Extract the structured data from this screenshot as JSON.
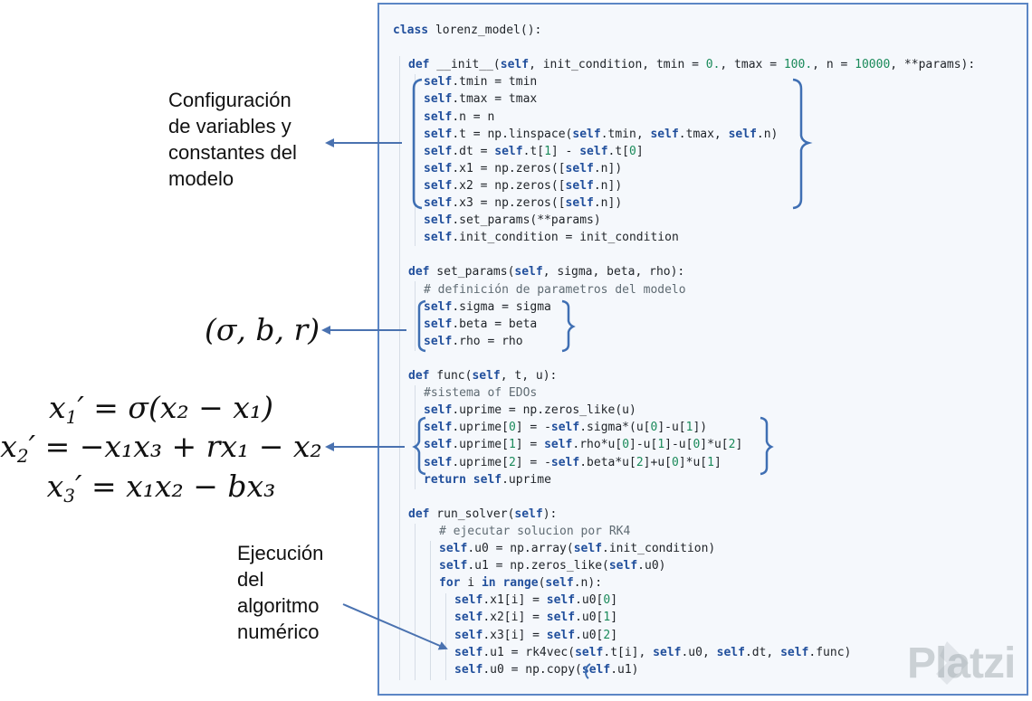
{
  "annotations": {
    "config": [
      "Configuración",
      "de variables y",
      "constantes del",
      "modelo"
    ],
    "params": "(σ, b, r)",
    "equations": {
      "eq1": {
        "lhs": "x",
        "lhs_sub": "1",
        "rest": "′ = σ(x₂ − x₁)"
      },
      "eq2": {
        "lhs": "x",
        "lhs_sub": "2",
        "rest": "′ = −x₁x₃ + rx₁ − x₂"
      },
      "eq3": {
        "lhs": "x",
        "lhs_sub": "3",
        "rest": "′ = x₁x₂ − bx₃"
      }
    },
    "execution": [
      "Ejecución",
      "del",
      "algoritmo",
      "numérico"
    ]
  },
  "code": {
    "language": "python",
    "lines": [
      "class lorenz_model():",
      "",
      "def __init__(self, init_condition, tmin = 0., tmax = 100., n = 10000, **params):",
      "self.tmin = tmin",
      "self.tmax = tmax",
      "self.n = n",
      "self.t = np.linspace(self.tmin, self.tmax, self.n)",
      "self.dt = self.t[1] - self.t[0]",
      "self.x1 = np.zeros([self.n])",
      "self.x2 = np.zeros([self.n])",
      "self.x3 = np.zeros([self.n])",
      "self.set_params(**params)",
      "self.init_condition = init_condition",
      "",
      "def set_params(self, sigma, beta, rho):",
      "# definición de parametros del modelo",
      "self.sigma = sigma",
      "self.beta = beta",
      "self.rho = rho",
      "",
      "def func(self, t, u):",
      "#sistema of EDOs",
      "self.uprime = np.zeros_like(u)",
      "self.uprime[0] = -self.sigma*(u[0]-u[1])",
      "self.uprime[1] = self.rho*u[0]-u[1]-u[0]*u[2]",
      "self.uprime[2] = -self.beta*u[2]+u[0]*u[1]",
      "return self.uprime",
      "",
      "def run_solver(self):",
      "# ejecutar solucion por RK4",
      "self.u0 = np.array(self.init_condition)",
      "self.u1 = np.zeros_like(self.u0)",
      "for i in range(self.n):",
      "self.x1[i] = self.u0[0]",
      "self.x2[i] = self.u0[1]",
      "self.x3[i] = self.u0[2]",
      "self.u1 = rk4vec(self.t[i], self.u0, self.dt, self.func)",
      "self.u0 = np.copy(self.u1)"
    ],
    "indent": [
      0,
      0,
      1,
      2,
      2,
      2,
      2,
      2,
      2,
      2,
      2,
      2,
      2,
      0,
      1,
      2,
      2,
      2,
      2,
      0,
      1,
      2,
      2,
      2,
      2,
      2,
      2,
      0,
      1,
      3,
      3,
      3,
      3,
      4,
      4,
      4,
      4,
      4
    ]
  },
  "watermark": "Platzi",
  "colors": {
    "frame": "#5b86c5",
    "bracket": "#3f6fb3",
    "arrow": "#4a72b0",
    "keyword": "#214f9c",
    "number": "#1a8a5a",
    "comment": "#5f6b73"
  }
}
